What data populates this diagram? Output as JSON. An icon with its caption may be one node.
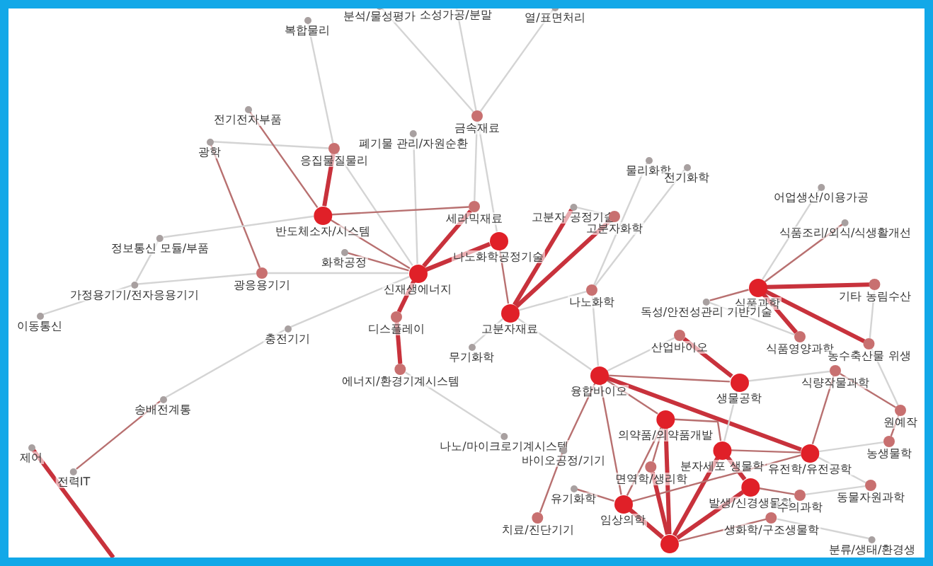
{
  "diagram": {
    "nodes": [
      {
        "text": [
          "분석/물성평가"
        ]
      },
      {
        "text": [
          "소성가공/분말"
        ]
      },
      {
        "text": [
          "열/표면처리"
        ]
      },
      {
        "text": [
          "복합물리"
        ]
      },
      {
        "text": [
          "금속재료"
        ]
      },
      {
        "text": [
          "전기전자부품"
        ]
      },
      {
        "text": [
          "폐기물 관리/자원순환"
        ]
      },
      {
        "text": [
          "광학"
        ]
      },
      {
        "text": [
          "응집물질물리"
        ]
      },
      {
        "text": [
          "물리화학"
        ]
      },
      {
        "text": [
          "전기화학"
        ]
      },
      {
        "text": [
          "어업생산/이용가공"
        ]
      },
      {
        "text": [
          "식품조리/외식/식생활개선"
        ]
      },
      {
        "text": [
          "반도체소자/시스템"
        ]
      },
      {
        "text": [
          "세라믹재료"
        ]
      },
      {
        "text": [
          "고분자 공정기술"
        ]
      },
      {
        "text": [
          "고분자화학"
        ]
      },
      {
        "text": [
          "정보통신 모듈/부품"
        ]
      },
      {
        "text": [
          "나노화학공정기술"
        ]
      },
      {
        "text": [
          "화학공정"
        ]
      },
      {
        "text": [
          "신재생에너지"
        ]
      },
      {
        "text": [
          "광응용기기"
        ]
      },
      {
        "text": [
          "가정용기기/전자응용기기"
        ]
      },
      {
        "text": [
          "식품과학"
        ]
      },
      {
        "text": [
          "기타 농림수산"
        ]
      },
      {
        "text": [
          "나노화학"
        ]
      },
      {
        "text": [
          "독성/안전성관리 기반기술"
        ]
      },
      {
        "text": [
          "고분자재료"
        ]
      },
      {
        "text": [
          "이동통신"
        ]
      },
      {
        "text": [
          "디스플레이"
        ]
      },
      {
        "text": [
          "충전기기"
        ]
      },
      {
        "text": [
          "산업바이오"
        ]
      },
      {
        "text": [
          "식품영양과학"
        ]
      },
      {
        "text": [
          "농수축산물 위생"
        ]
      },
      {
        "text": [
          "무기화학"
        ]
      },
      {
        "text": [
          "에너지/환경기계시스템"
        ]
      },
      {
        "text": [
          "융합바이오"
        ]
      },
      {
        "text": [
          "식량작물과학"
        ]
      },
      {
        "text": [
          "생물공학"
        ]
      },
      {
        "text": [
          "송배전계통"
        ]
      },
      {
        "text": [
          "원예작"
        ]
      },
      {
        "text": [
          "의약품/의약품개발"
        ]
      },
      {
        "text": [
          "분자세포 생물학"
        ]
      },
      {
        "text": [
          "나노/마이크로기계시스템"
        ]
      },
      {
        "text": [
          "바이오공정/기기"
        ]
      },
      {
        "text": [
          "농생물학"
        ]
      },
      {
        "text": [
          "유전학/유전공학"
        ]
      },
      {
        "text": [
          "면역학/생리학"
        ]
      },
      {
        "text": [
          "제어"
        ]
      },
      {
        "text": [
          "전력IT"
        ]
      },
      {
        "text": [
          "유기화학"
        ]
      },
      {
        "text": [
          "발생/신경생물학"
        ]
      },
      {
        "text": [
          "동물자원과학"
        ]
      },
      {
        "text": [
          "수의과학"
        ]
      },
      {
        "text": [
          "임상의학"
        ]
      },
      {
        "text": [
          "치료/진단기기"
        ]
      },
      {
        "text": [
          "생화학/구조생물학"
        ]
      },
      {
        "text": [],
        "shape": "circle"
      },
      {
        "text": [
          "분류/생태/환경생"
        ]
      }
    ],
    "edges": [
      {
        "from": 0,
        "to": 4,
        "arrow": "none"
      },
      {
        "from": 1,
        "to": 4,
        "arrow": "none"
      },
      {
        "from": 2,
        "to": 4,
        "arrow": "none"
      },
      {
        "from": 3,
        "to": 8,
        "arrow": "none"
      },
      {
        "from": 6,
        "to": 20,
        "arrow": "none"
      },
      {
        "from": 4,
        "to": 14,
        "arrow": "none"
      },
      {
        "from": 4,
        "to": 18,
        "arrow": "none"
      },
      {
        "from": 7,
        "to": 8,
        "arrow": "none"
      },
      {
        "from": 8,
        "to": 13,
        "arrow": "none",
        "style": "thick",
        "color": "#c8323c"
      },
      {
        "from": 5,
        "to": 13,
        "arrow": "none",
        "color": "#b87070"
      },
      {
        "from": 7,
        "to": 21,
        "arrow": "none",
        "color": "#b87070"
      },
      {
        "from": 8,
        "to": 20,
        "arrow": "none"
      },
      {
        "from": 13,
        "to": 14,
        "arrow": "none",
        "color": "#b87070"
      },
      {
        "from": 13,
        "to": 20,
        "arrow": "none",
        "color": "#b87070"
      },
      {
        "from": 13,
        "to": 17,
        "arrow": "none"
      },
      {
        "from": 19,
        "to": 20,
        "arrow": "none",
        "color": "#b87070"
      },
      {
        "from": 14,
        "to": 20,
        "arrow": "none",
        "style": "thick",
        "color": "#c8323c"
      },
      {
        "from": 18,
        "to": 20,
        "arrow": "none",
        "style": "thick",
        "color": "#c8323c"
      },
      {
        "from": 15,
        "to": 27,
        "arrow": "none",
        "style": "thick",
        "color": "#c8323c"
      },
      {
        "from": 16,
        "to": 27,
        "arrow": "none",
        "style": "thick",
        "color": "#c8323c"
      },
      {
        "from": 18,
        "to": 27,
        "arrow": "none",
        "color": "#b87070"
      },
      {
        "from": 15,
        "to": 16,
        "arrow": "none"
      },
      {
        "from": 9,
        "to": 25,
        "arrow": "none"
      },
      {
        "from": 10,
        "to": 25,
        "arrow": "none"
      },
      {
        "from": 25,
        "to": 36,
        "arrow": "none"
      },
      {
        "from": 20,
        "to": 29,
        "arrow": "none",
        "style": "thick",
        "color": "#c8323c"
      },
      {
        "from": 29,
        "to": 35,
        "arrow": "none",
        "style": "thick",
        "color": "#c8323c"
      },
      {
        "from": 20,
        "to": 30,
        "arrow": "none"
      },
      {
        "from": 30,
        "to": 39,
        "arrow": "none"
      },
      {
        "from": 39,
        "to": 49,
        "arrow": "none",
        "color": "#b87070"
      },
      {
        "from": 48,
        "to": null,
        "arrow": "none",
        "style": "thick",
        "color": "#c8323c"
      },
      {
        "from": 17,
        "to": 22,
        "arrow": "none"
      },
      {
        "from": 22,
        "to": 28,
        "arrow": "none"
      },
      {
        "from": 21,
        "to": 22,
        "arrow": "none"
      },
      {
        "from": 21,
        "to": 20,
        "arrow": "none"
      },
      {
        "from": 35,
        "to": 43,
        "arrow": "none"
      },
      {
        "from": 11,
        "to": 23,
        "arrow": "none"
      },
      {
        "from": 12,
        "to": 23,
        "arrow": "none",
        "color": "#b87070"
      },
      {
        "from": 23,
        "to": 24,
        "arrow": "none",
        "style": "thick",
        "color": "#c8323c"
      },
      {
        "from": 23,
        "to": 32,
        "arrow": "none",
        "style": "thick",
        "color": "#c8323c"
      },
      {
        "from": 23,
        "to": 33,
        "arrow": "none",
        "style": "thick",
        "color": "#c8323c"
      },
      {
        "from": 23,
        "to": 26,
        "arrow": "none",
        "color": "#b87070"
      },
      {
        "from": 26,
        "to": 32,
        "arrow": "none"
      },
      {
        "from": 31,
        "to": 38,
        "arrow": "none",
        "style": "thick",
        "color": "#c8323c"
      },
      {
        "from": 31,
        "to": 36,
        "arrow": "none"
      },
      {
        "from": 36,
        "to": 38,
        "arrow": "none",
        "color": "#b87070"
      },
      {
        "from": 36,
        "to": 41,
        "arrow": "none",
        "color": "#b87070"
      },
      {
        "from": 36,
        "to": 46,
        "arrow": "none",
        "style": "thick",
        "color": "#c8323c"
      },
      {
        "from": 36,
        "to": 44,
        "arrow": "none",
        "color": "#b87070"
      },
      {
        "from": 36,
        "to": 54,
        "arrow": "none",
        "color": "#b87070"
      },
      {
        "from": 37,
        "to": 46,
        "arrow": "none",
        "color": "#b87070"
      },
      {
        "from": 37,
        "to": 40,
        "arrow": "none",
        "color": "#b87070"
      },
      {
        "from": 37,
        "to": 38,
        "arrow": "none"
      },
      {
        "from": 38,
        "to": 42,
        "arrow": "none"
      },
      {
        "from": 41,
        "to": 42,
        "arrow": "none",
        "color": "#b87070"
      },
      {
        "from": 41,
        "to": 47,
        "arrow": "none",
        "color": "#b87070"
      },
      {
        "from": 41,
        "to": 54,
        "arrow": "none",
        "color": "#b87070"
      },
      {
        "from": 41,
        "to": 57,
        "arrow": "none",
        "style": "thick",
        "color": "#c8323c"
      },
      {
        "from": 42,
        "to": 46,
        "arrow": "none",
        "color": "#b87070"
      },
      {
        "from": 42,
        "to": 51,
        "arrow": "none",
        "style": "thick",
        "color": "#c8323c"
      },
      {
        "from": 42,
        "to": 57,
        "arrow": "none",
        "style": "thick",
        "color": "#c8323c"
      },
      {
        "from": 46,
        "to": 54,
        "arrow": "none",
        "color": "#b87070"
      },
      {
        "from": 46,
        "to": 45,
        "arrow": "none"
      },
      {
        "from": 46,
        "to": 52,
        "arrow": "none"
      },
      {
        "from": 51,
        "to": 57,
        "arrow": "none",
        "style": "thick",
        "color": "#c8323c"
      },
      {
        "from": 56,
        "to": 57,
        "arrow": "none",
        "color": "#b87070"
      },
      {
        "from": 53,
        "to": 51,
        "arrow": "none",
        "color": "#b87070"
      },
      {
        "from": 54,
        "to": 57,
        "arrow": "none",
        "style": "thick",
        "color": "#c8323c"
      },
      {
        "from": 47,
        "to": 57,
        "arrow": "none",
        "style": "thick",
        "color": "#c8323c"
      },
      {
        "from": 44,
        "to": 55,
        "arrow": "none",
        "color": "#b87070"
      },
      {
        "from": 50,
        "to": 54,
        "arrow": "none",
        "color": "#b87070"
      },
      {
        "from": 33,
        "to": 40,
        "arrow": "none"
      },
      {
        "from": 24,
        "to": 33,
        "arrow": "none"
      },
      {
        "from": 45,
        "to": 40,
        "arrow": "none",
        "color": "#b87070"
      },
      {
        "from": 27,
        "to": 36,
        "arrow": "none"
      },
      {
        "from": 25,
        "to": 27,
        "arrow": "none"
      },
      {
        "from": 27,
        "to": 34,
        "arrow": "none"
      },
      {
        "from": 52,
        "to": 53,
        "arrow": "none"
      },
      {
        "from": 56,
        "to": 58,
        "arrow": "none"
      }
    ]
  }
}
